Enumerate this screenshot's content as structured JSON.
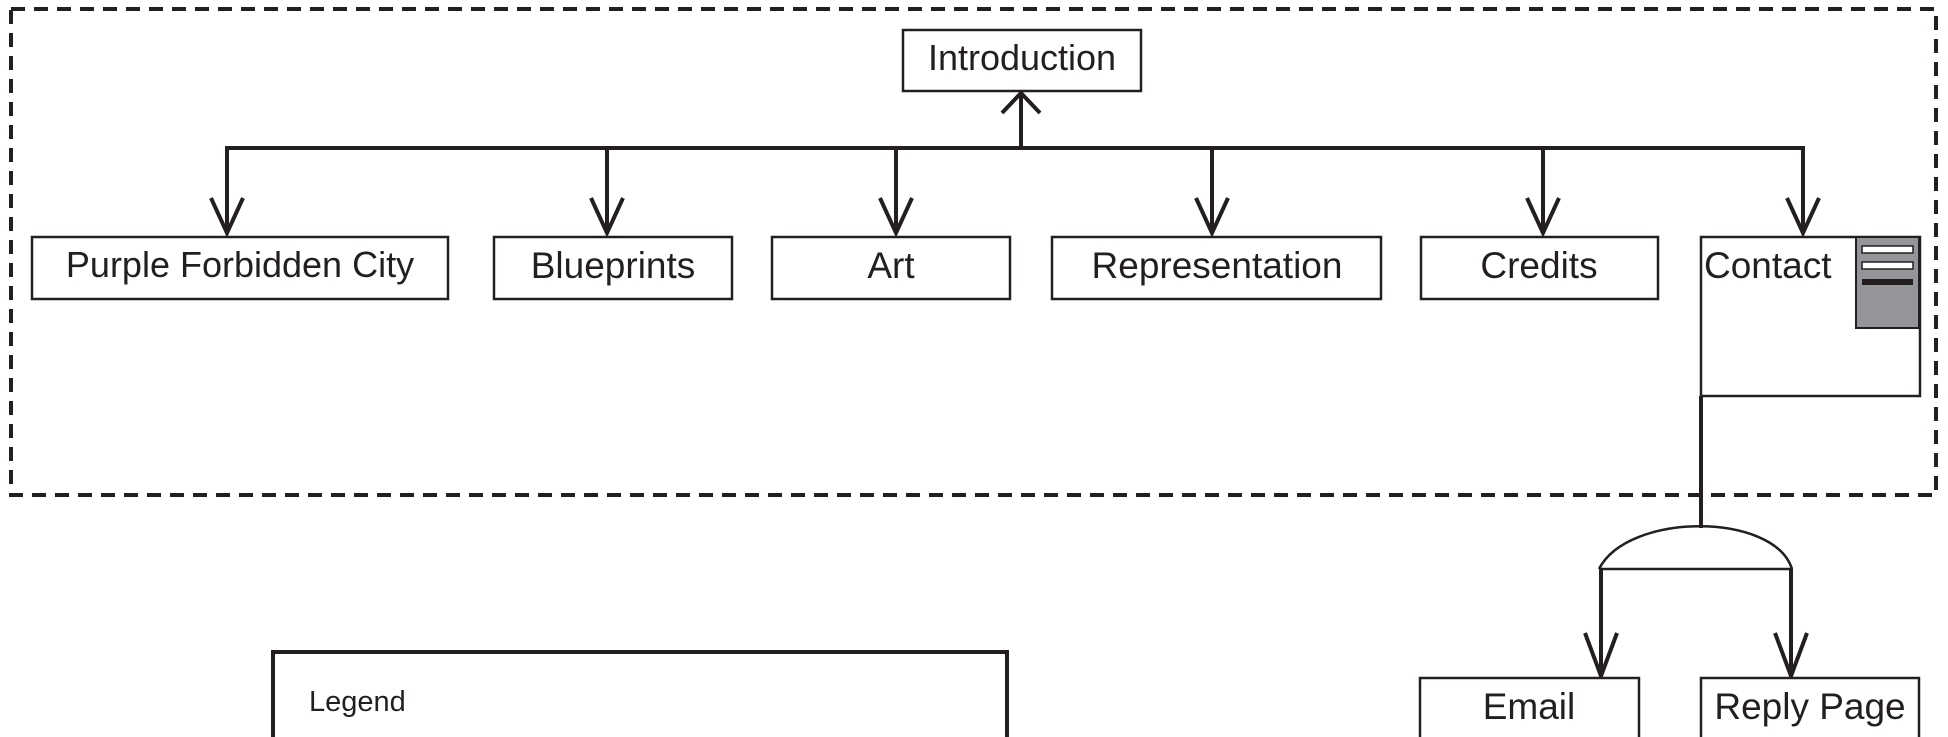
{
  "nodes": {
    "introduction": "Introduction",
    "purple_forbidden_city": "Purple Forbidden City",
    "blueprints": "Blueprints",
    "art": "Art",
    "representation": "Representation",
    "credits": "Credits",
    "contact": "Contact",
    "email": "Email",
    "reply_page": "Reply Page"
  },
  "legend": {
    "title": "Legend"
  },
  "colors": {
    "stroke": "#231f20",
    "form_icon_fill": "#939598",
    "background": "#ffffff"
  },
  "icons": [
    "form-icon",
    "arrow-icon",
    "selection-arc-icon"
  ]
}
